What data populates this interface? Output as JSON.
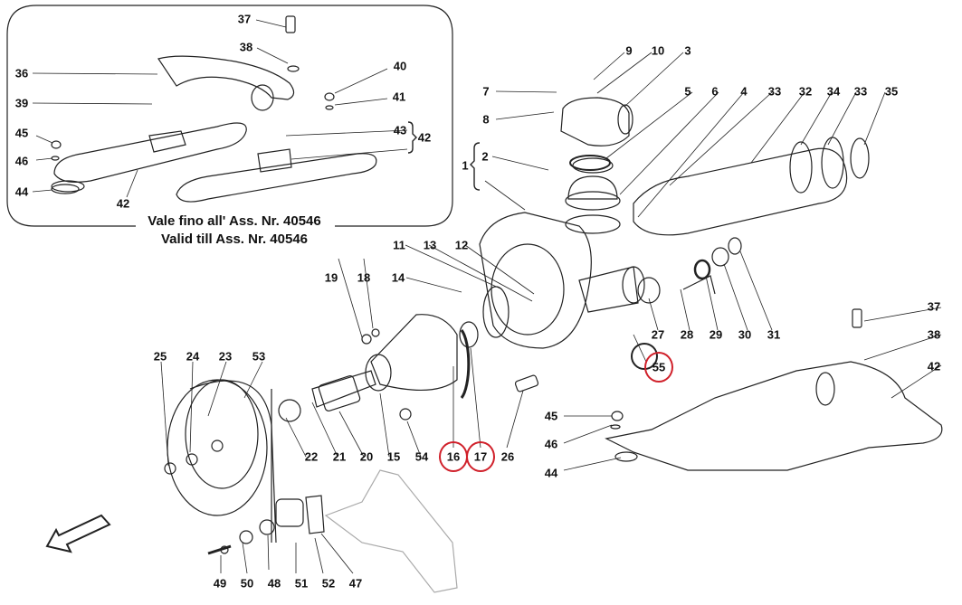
{
  "diagram": {
    "type": "exploded parts diagram",
    "subject": "water pump, thermostat and coolant manifolds",
    "inset_note_it": "Vale fino all' Ass. Nr. 40546",
    "inset_note_en": "Valid till Ass. Nr. 40546",
    "highlight_color": "#d0202a",
    "highlighted_parts": [
      "16",
      "17",
      "55"
    ],
    "inset_labels": [
      "37",
      "38",
      "36",
      "40",
      "39",
      "41",
      "45",
      "43",
      "42",
      "46",
      "44",
      "42"
    ],
    "main_labels": [
      "9",
      "10",
      "3",
      "7",
      "5",
      "6",
      "4",
      "33",
      "32",
      "34",
      "33",
      "35",
      "8",
      "2",
      "1",
      "11",
      "13",
      "12",
      "19",
      "18",
      "14",
      "27",
      "28",
      "29",
      "30",
      "31",
      "37",
      "55",
      "38",
      "42",
      "25",
      "24",
      "23",
      "53",
      "45",
      "46",
      "22",
      "21",
      "20",
      "15",
      "54",
      "16",
      "17",
      "26",
      "44",
      "49",
      "50",
      "48",
      "51",
      "52",
      "47"
    ],
    "direction_arrow": "front-left"
  }
}
